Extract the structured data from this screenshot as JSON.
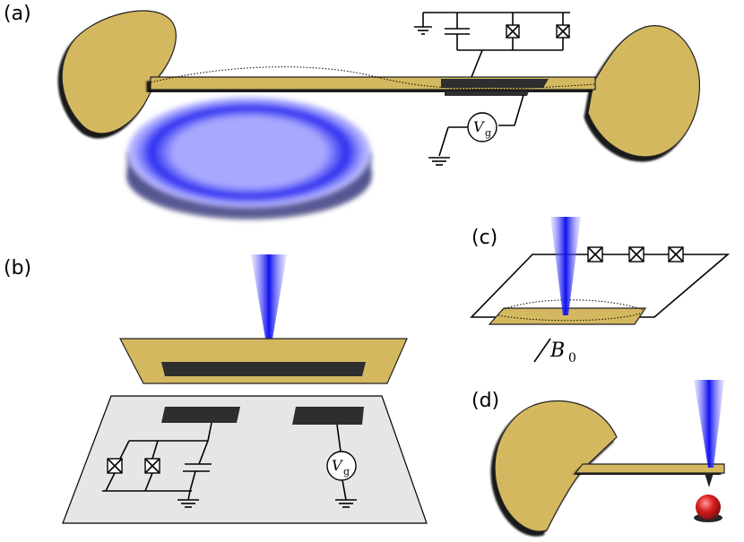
{
  "panels": {
    "a": {
      "label": "(a)",
      "voltage_symbol": "V",
      "voltage_subscript": "g"
    },
    "b": {
      "label": "(b)",
      "voltage_symbol": "V",
      "voltage_subscript": "g"
    },
    "c": {
      "label": "(c)",
      "field_symbol": "B",
      "field_subscript": "0"
    },
    "d": {
      "label": "(d)"
    }
  },
  "colors": {
    "gold": "#d4b860",
    "electrode": "#2e2e2e",
    "substrate": "#e6e6e6",
    "laser_blue": "#1a1aff",
    "disk_blue": "#8080ff",
    "sphere_red": "#cc1a1a"
  },
  "icons": [
    "josephson-junction-icon",
    "capacitor-icon",
    "ground-icon",
    "voltage-source-icon",
    "laser-beam-icon",
    "magnetic-sphere-icon"
  ]
}
